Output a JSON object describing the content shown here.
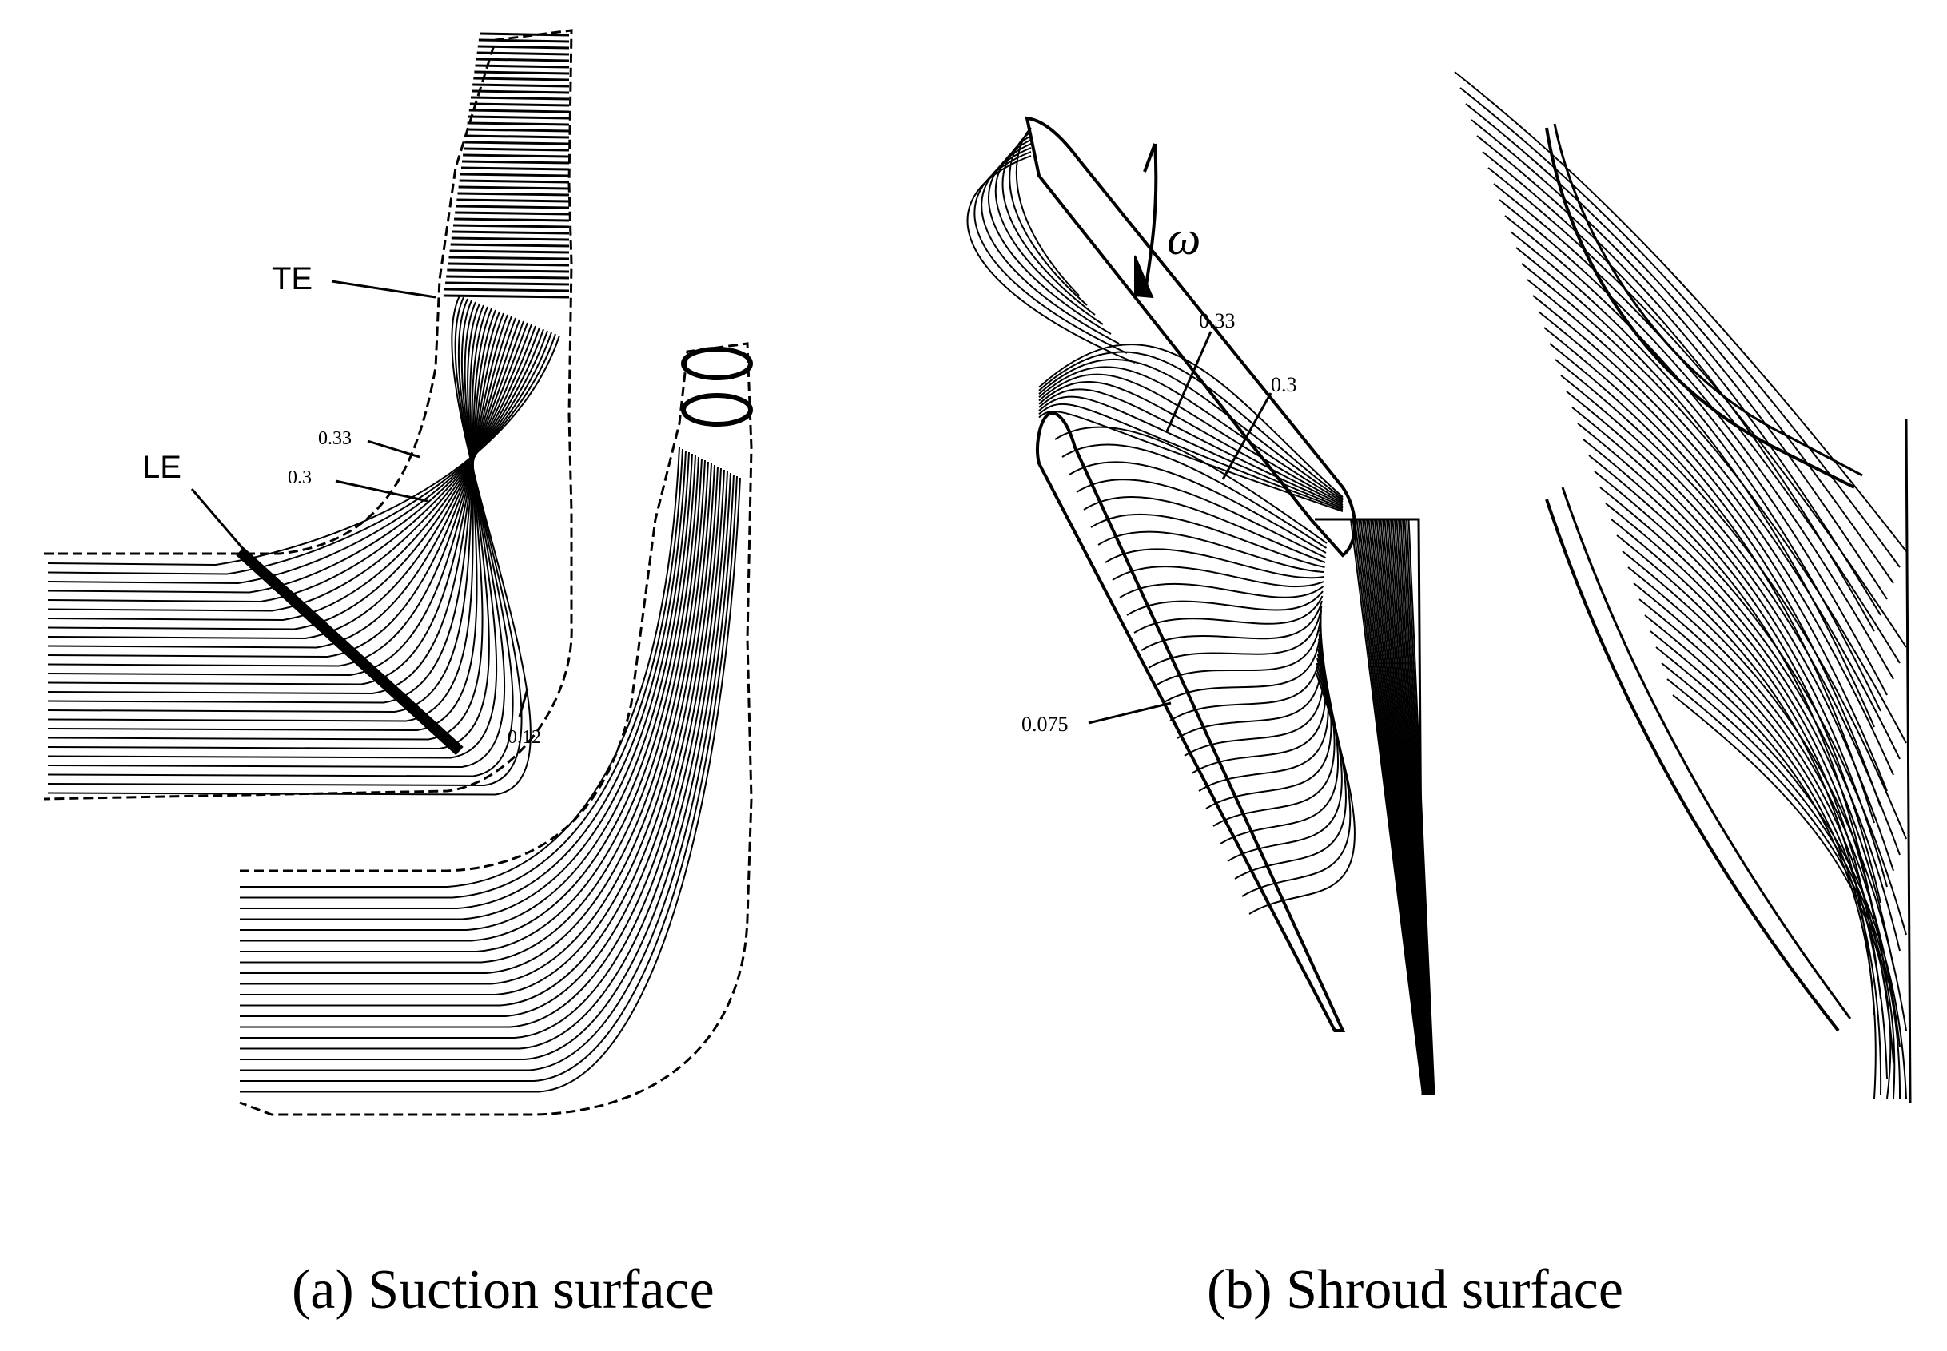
{
  "panels": [
    {
      "id": "a",
      "caption": "(a) Suction surface",
      "labels": {
        "te": "TE",
        "le": "LE",
        "c1": "0.33",
        "c2": "0.3",
        "c3": "0.12"
      }
    },
    {
      "id": "b",
      "caption": "(b) Shroud surface",
      "labels": {
        "omega": "ω",
        "c1": "0.33",
        "c2": "0.3",
        "c3": "0.075"
      }
    }
  ],
  "colors": {
    "ink": "#000000",
    "background": "#ffffff"
  }
}
